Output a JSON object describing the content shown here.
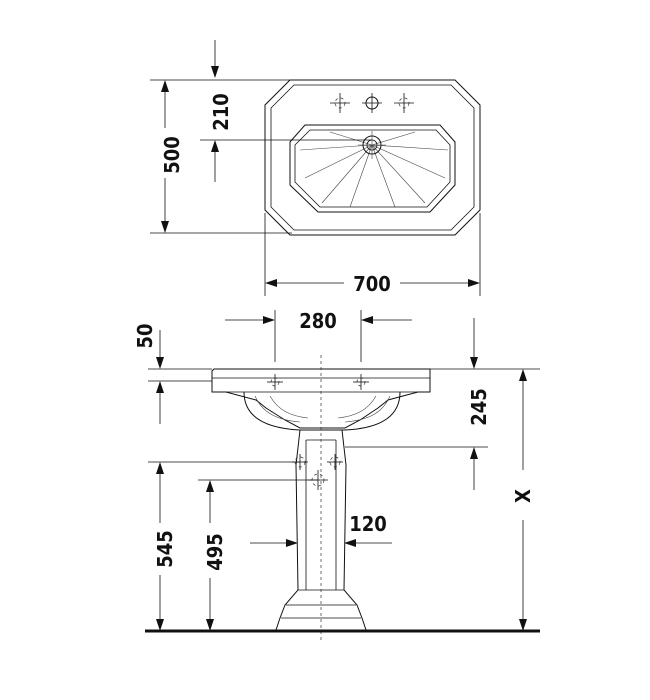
{
  "dimensions": {
    "basin_width": "700",
    "basin_depth": "500",
    "tap_hole_offset": "210",
    "tap_spacing": "280",
    "rim_thickness": "50",
    "rim_to_pedestal": "245",
    "pedestal_width": "120",
    "floor_to_upper": "545",
    "floor_to_lower": "495",
    "total_height": "X"
  },
  "colors": {
    "line": "#111111",
    "background": "#ffffff"
  }
}
